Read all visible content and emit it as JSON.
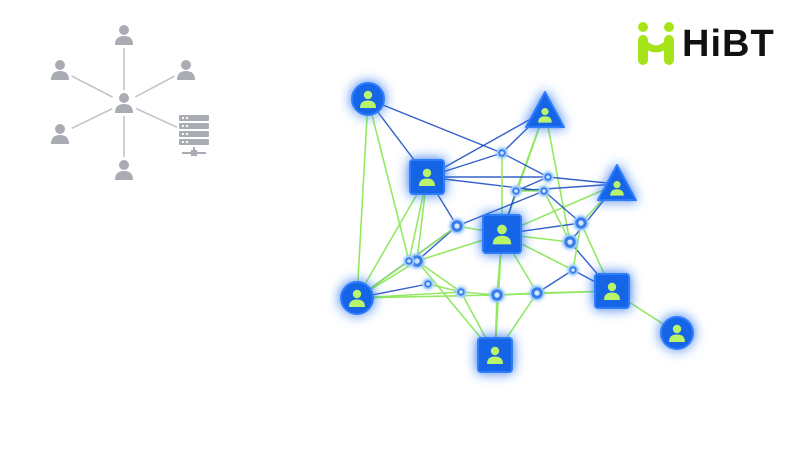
{
  "brand": {
    "name": "HiBT",
    "mark_icon": "hibt-logo-mark-icon",
    "mark_color": "#a6e41a"
  },
  "colors": {
    "central_icon": "#a9adb3",
    "node_fill": "#1565e6",
    "node_glow": "#3d8bff",
    "user_glyph": "#b9f46b",
    "blue_link": "#1f4fc4",
    "green_link": "#8ee85a",
    "relay_dot": "#3a7bea"
  },
  "diagram": {
    "centralized": {
      "hub": {
        "id": "hub",
        "icon": "person-icon"
      },
      "spokes": [
        {
          "id": "c-top",
          "icon": "person-icon"
        },
        {
          "id": "c-top-left",
          "icon": "person-icon"
        },
        {
          "id": "c-top-right",
          "icon": "person-icon"
        },
        {
          "id": "c-bottom-left",
          "icon": "person-icon"
        },
        {
          "id": "c-bottom",
          "icon": "person-icon"
        },
        {
          "id": "c-server",
          "icon": "server-icon"
        }
      ]
    },
    "decentralized": {
      "nodes": [
        {
          "id": "n1",
          "shape": "circle",
          "icon": "person-icon"
        },
        {
          "id": "n2",
          "shape": "triangle",
          "icon": "person-icon"
        },
        {
          "id": "n3",
          "shape": "square",
          "icon": "person-icon"
        },
        {
          "id": "n4",
          "shape": "triangle",
          "icon": "person-icon"
        },
        {
          "id": "n5",
          "shape": "square",
          "icon": "person-icon"
        },
        {
          "id": "n6",
          "shape": "circle",
          "icon": "person-icon"
        },
        {
          "id": "n7",
          "shape": "square",
          "icon": "person-icon"
        },
        {
          "id": "n8",
          "shape": "circle",
          "icon": "person-icon"
        },
        {
          "id": "n9",
          "shape": "square",
          "icon": "person-icon"
        }
      ],
      "relays": [
        "r1",
        "r2",
        "r3",
        "r4",
        "r5",
        "r6",
        "r7",
        "r8",
        "r9",
        "r10",
        "r11",
        "r12",
        "r13",
        "r14"
      ],
      "links": [
        [
          "n1",
          "n3",
          "blue"
        ],
        [
          "n1",
          "r1",
          "blue"
        ],
        [
          "n1",
          "r8",
          "green"
        ],
        [
          "n1",
          "n6",
          "green"
        ],
        [
          "n2",
          "r1",
          "blue"
        ],
        [
          "n2",
          "r3",
          "green"
        ],
        [
          "n2",
          "n5",
          "green"
        ],
        [
          "n2",
          "r9",
          "green"
        ],
        [
          "n2",
          "n3",
          "blue"
        ],
        [
          "n3",
          "r1",
          "blue"
        ],
        [
          "n3",
          "r4",
          "blue"
        ],
        [
          "n3",
          "r6",
          "blue"
        ],
        [
          "n3",
          "r2",
          "blue"
        ],
        [
          "n3",
          "r7",
          "green"
        ],
        [
          "n3",
          "r8",
          "green"
        ],
        [
          "n3",
          "n6",
          "green"
        ],
        [
          "n4",
          "r3",
          "blue"
        ],
        [
          "n4",
          "r9",
          "blue"
        ],
        [
          "n4",
          "r2",
          "blue"
        ],
        [
          "n4",
          "r5",
          "green"
        ],
        [
          "n4",
          "n5",
          "green"
        ],
        [
          "n5",
          "r1",
          "green"
        ],
        [
          "n5",
          "r3",
          "blue"
        ],
        [
          "n5",
          "r5",
          "blue"
        ],
        [
          "n5",
          "r7",
          "green"
        ],
        [
          "n5",
          "r9",
          "green"
        ],
        [
          "n5",
          "r12",
          "green"
        ],
        [
          "n5",
          "n9",
          "green"
        ],
        [
          "n5",
          "r13",
          "green"
        ],
        [
          "n5",
          "r14",
          "green"
        ],
        [
          "n5",
          "r6",
          "green"
        ],
        [
          "n6",
          "r7",
          "green"
        ],
        [
          "n6",
          "r6",
          "blue"
        ],
        [
          "n6",
          "r10",
          "blue"
        ],
        [
          "n6",
          "r11",
          "green"
        ],
        [
          "n6",
          "r12",
          "green"
        ],
        [
          "n6",
          "r8",
          "green"
        ],
        [
          "n7",
          "r5",
          "green"
        ],
        [
          "n7",
          "r9",
          "blue"
        ],
        [
          "n7",
          "r14",
          "blue"
        ],
        [
          "n7",
          "r13",
          "green"
        ],
        [
          "n7",
          "n8",
          "green"
        ],
        [
          "n7",
          "r12",
          "green"
        ],
        [
          "n9",
          "r12",
          "green"
        ],
        [
          "n9",
          "r11",
          "green"
        ],
        [
          "n9",
          "r7",
          "green"
        ],
        [
          "n9",
          "r13",
          "green"
        ],
        [
          "r1",
          "r2",
          "blue"
        ],
        [
          "r2",
          "r3",
          "blue"
        ],
        [
          "r3",
          "r4",
          "green"
        ],
        [
          "r4",
          "r5",
          "blue"
        ],
        [
          "r6",
          "r7",
          "blue"
        ],
        [
          "r7",
          "r11",
          "green"
        ],
        [
          "r11",
          "r12",
          "green"
        ],
        [
          "r12",
          "r13",
          "green"
        ],
        [
          "r13",
          "r14",
          "blue"
        ],
        [
          "r14",
          "r5",
          "green"
        ],
        [
          "r6",
          "r4",
          "blue"
        ],
        [
          "r10",
          "r11",
          "green"
        ],
        [
          "r8",
          "r6",
          "green"
        ],
        [
          "r9",
          "r4",
          "green"
        ]
      ]
    }
  }
}
